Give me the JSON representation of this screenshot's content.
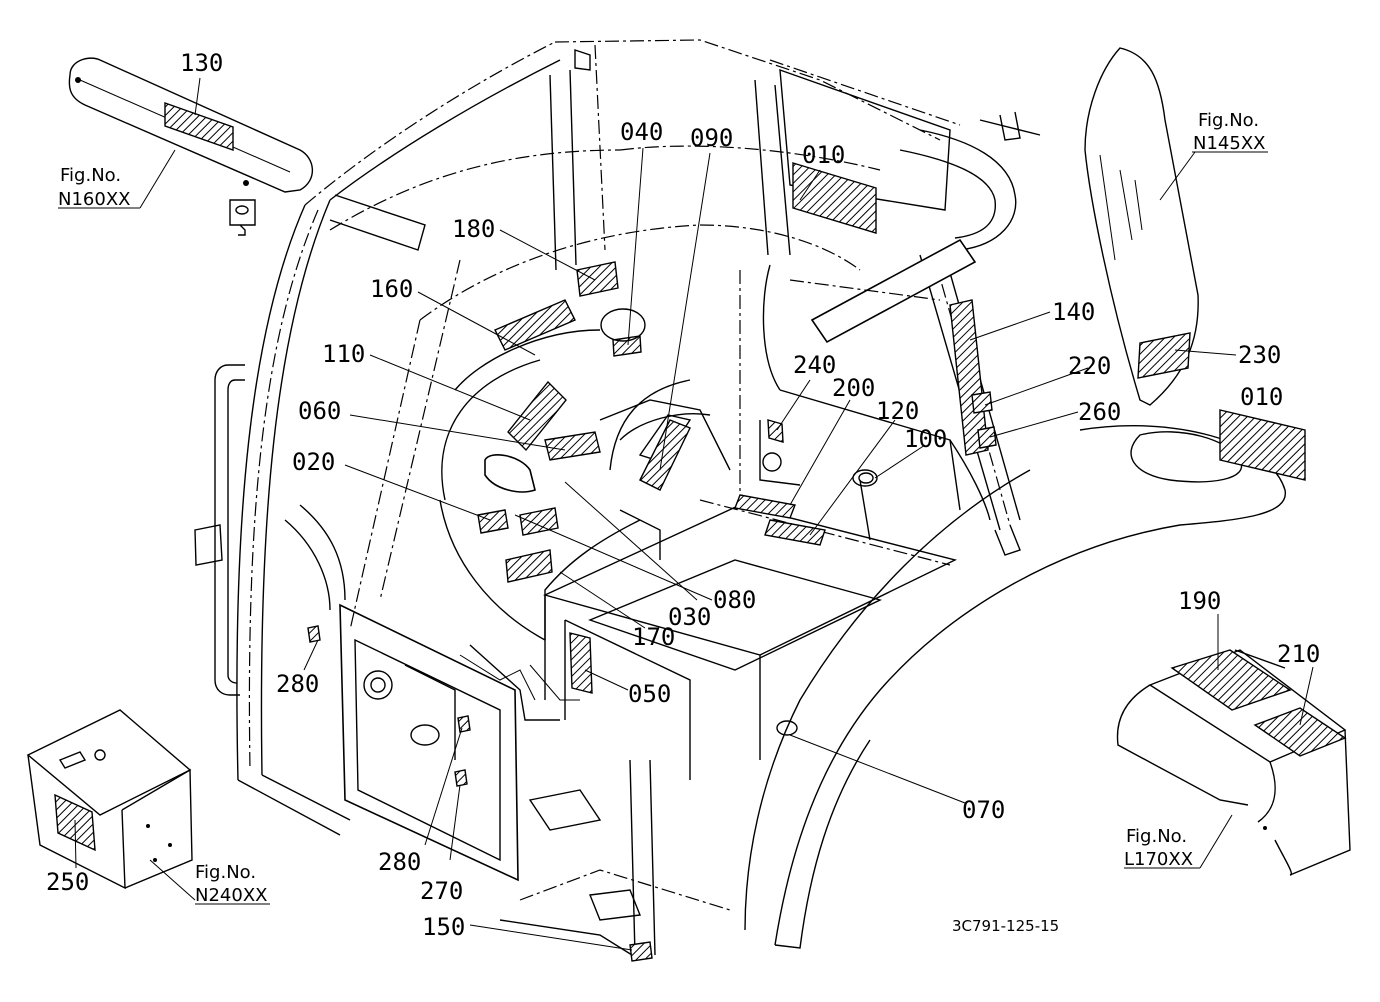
{
  "diagram": {
    "part_labels": {
      "p130": "130",
      "p040": "040",
      "p090": "090",
      "p010a": "010",
      "p180": "180",
      "p160": "160",
      "p110": "110",
      "p060": "060",
      "p020": "020",
      "p240": "240",
      "p200": "200",
      "p120": "120",
      "p100": "100",
      "p140": "140",
      "p220": "220",
      "p260": "260",
      "p230": "230",
      "p010b": "010",
      "p030": "030",
      "p080": "080",
      "p170": "170",
      "p050": "050",
      "p280a": "280",
      "p280b": "280",
      "p270": "270",
      "p070": "070",
      "p150": "150",
      "p190": "190",
      "p210": "210",
      "p250": "250"
    },
    "fig_refs": {
      "n160": {
        "caption": "Fig.No.",
        "number": "N160XX"
      },
      "n145": {
        "caption": "Fig.No.",
        "number": "N145XX"
      },
      "n240": {
        "caption": "Fig.No.",
        "number": "N240XX"
      },
      "l170": {
        "caption": "Fig.No.",
        "number": "L170XX"
      }
    },
    "drawing_code": "3C791-125-15"
  }
}
